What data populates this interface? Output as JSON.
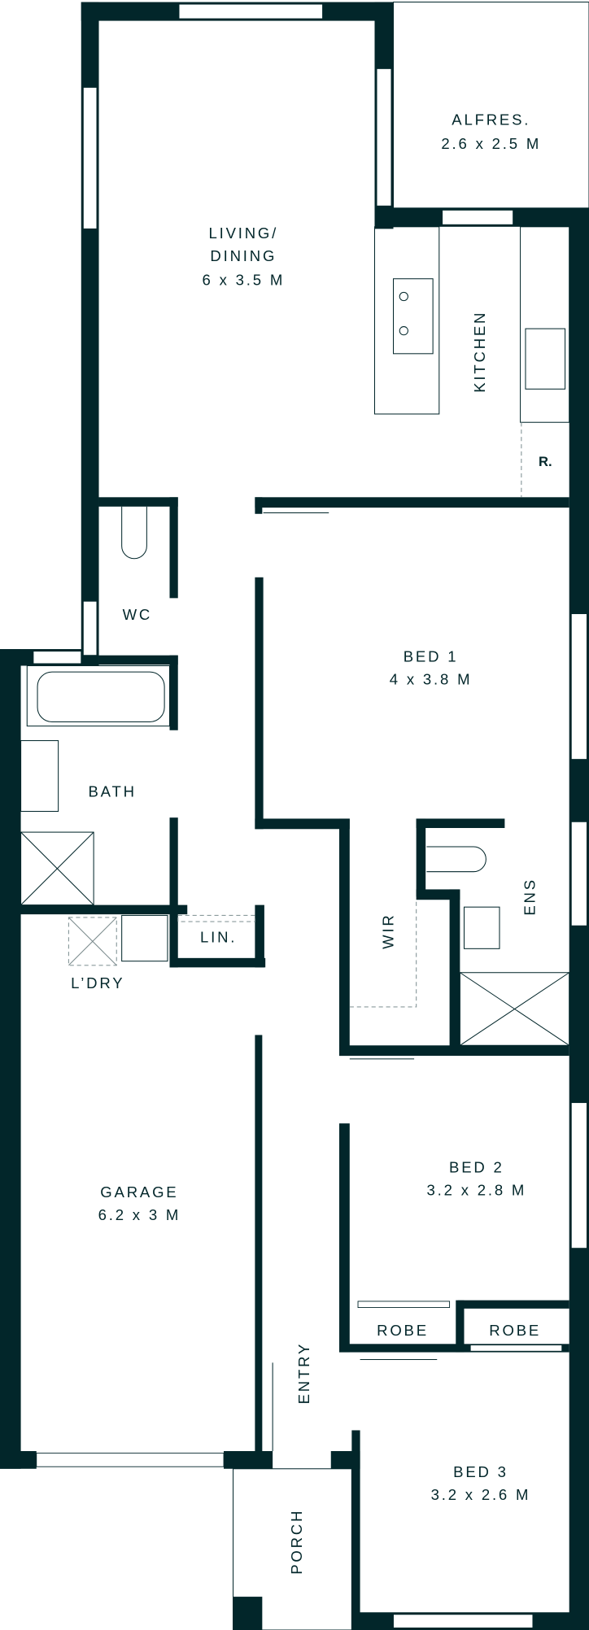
{
  "plan": {
    "wall_color": "#02262a",
    "rooms": {
      "alfresco": {
        "name": "ALFRES.",
        "size": "2.6 x 2.5 M"
      },
      "living": {
        "name_line1": "LIVING/",
        "name_line2": "DINING",
        "size": "6 x 3.5 M"
      },
      "kitchen": {
        "name": "KITCHEN"
      },
      "refrigerator": {
        "name": "R."
      },
      "wc": {
        "name": "WC"
      },
      "bed1": {
        "name": "BED 1",
        "size": "4 x 3.8 M"
      },
      "bath": {
        "name": "BATH"
      },
      "wir": {
        "name": "WIR"
      },
      "ensuite": {
        "name": "ENS"
      },
      "linen": {
        "name": "LIN."
      },
      "laundry": {
        "name": "L’DRY"
      },
      "garage": {
        "name": "GARAGE",
        "size": "6.2 x 3 M"
      },
      "bed2": {
        "name": "BED 2",
        "size": "3.2 x 2.8 M"
      },
      "robe1": {
        "name": "ROBE"
      },
      "robe2": {
        "name": "ROBE"
      },
      "entry": {
        "name": "ENTRY"
      },
      "bed3": {
        "name": "BED 3",
        "size": "3.2 x 2.6 M"
      },
      "porch": {
        "name": "PORCH"
      }
    }
  }
}
